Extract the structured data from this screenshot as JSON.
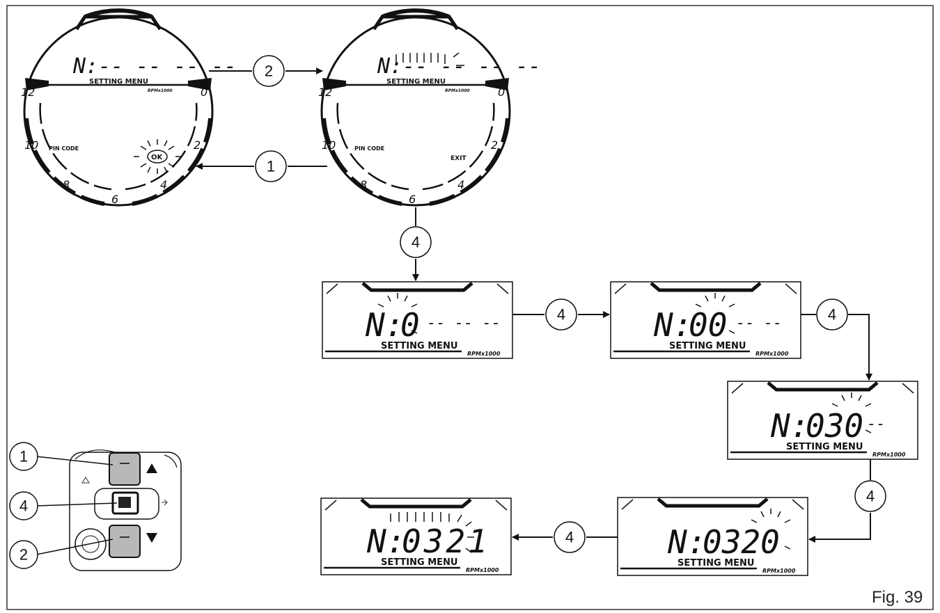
{
  "figure": {
    "caption": "Fig. 39"
  },
  "callouts": {
    "one": "1",
    "two": "2",
    "four": "4"
  },
  "gauge_1": {
    "display": "N:-- -- -- --",
    "menu_label": "SETTING MENU",
    "rpm_label": "RPMx1000",
    "left_label": "PIN CODE",
    "right_label": "OK",
    "ticks": [
      "12",
      "0",
      "10",
      "2",
      "8",
      "4",
      "6"
    ]
  },
  "gauge_2": {
    "display": "N:-- -- -- --",
    "menu_label": "SETTING MENU",
    "rpm_label": "RPMx1000",
    "left_label": "PIN CODE",
    "right_label": "EXIT",
    "ticks": [
      "12",
      "0",
      "10",
      "2",
      "8",
      "4",
      "6"
    ]
  },
  "lcd_screens": [
    {
      "n": "N:",
      "digits": "0",
      "dashes": "-- -- --",
      "menu_label": "SETTING MENU",
      "rpm_label": "RPMx1000"
    },
    {
      "n": "N:",
      "digits": "00",
      "dashes": "-- --",
      "menu_label": "SETTING MENU",
      "rpm_label": "RPMx1000"
    },
    {
      "n": "N:",
      "digits": "030",
      "dashes": "--",
      "menu_label": "SETTING MENU",
      "rpm_label": "RPMx1000"
    },
    {
      "n": "N:",
      "digits": "0320",
      "dashes": "",
      "menu_label": "SETTING MENU",
      "rpm_label": "RPMx1000"
    },
    {
      "n": "N:",
      "digits": "0321",
      "dashes": "",
      "menu_label": "SETTING MENU",
      "rpm_label": "RPMx1000"
    }
  ],
  "switch_block": {
    "buttons": [
      "up-button",
      "center-button",
      "down-button"
    ]
  }
}
